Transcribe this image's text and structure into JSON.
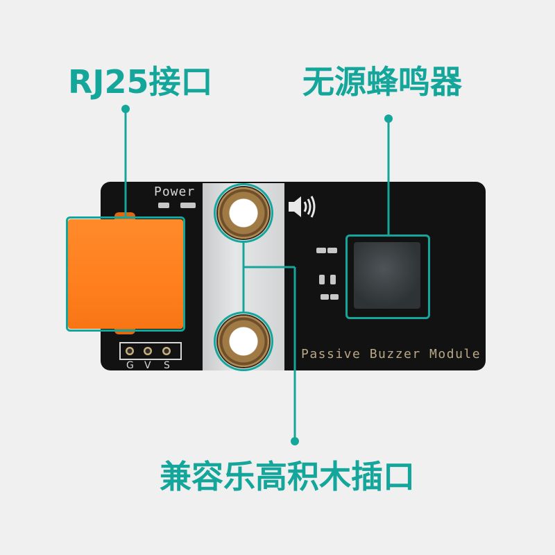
{
  "callouts": {
    "rj25": "RJ25接口",
    "buzzer": "无源蜂鸣器",
    "lego": "兼容乐高积木插口"
  },
  "board": {
    "power_label": "Power",
    "module_name": "Passive Buzzer Module",
    "pins": [
      "G",
      "V",
      "S"
    ]
  },
  "colors": {
    "accent": "#14a69a",
    "rj25_connector": "#ff7f1e",
    "board": "#121212"
  },
  "icons": {
    "speaker": "speaker-icon"
  }
}
